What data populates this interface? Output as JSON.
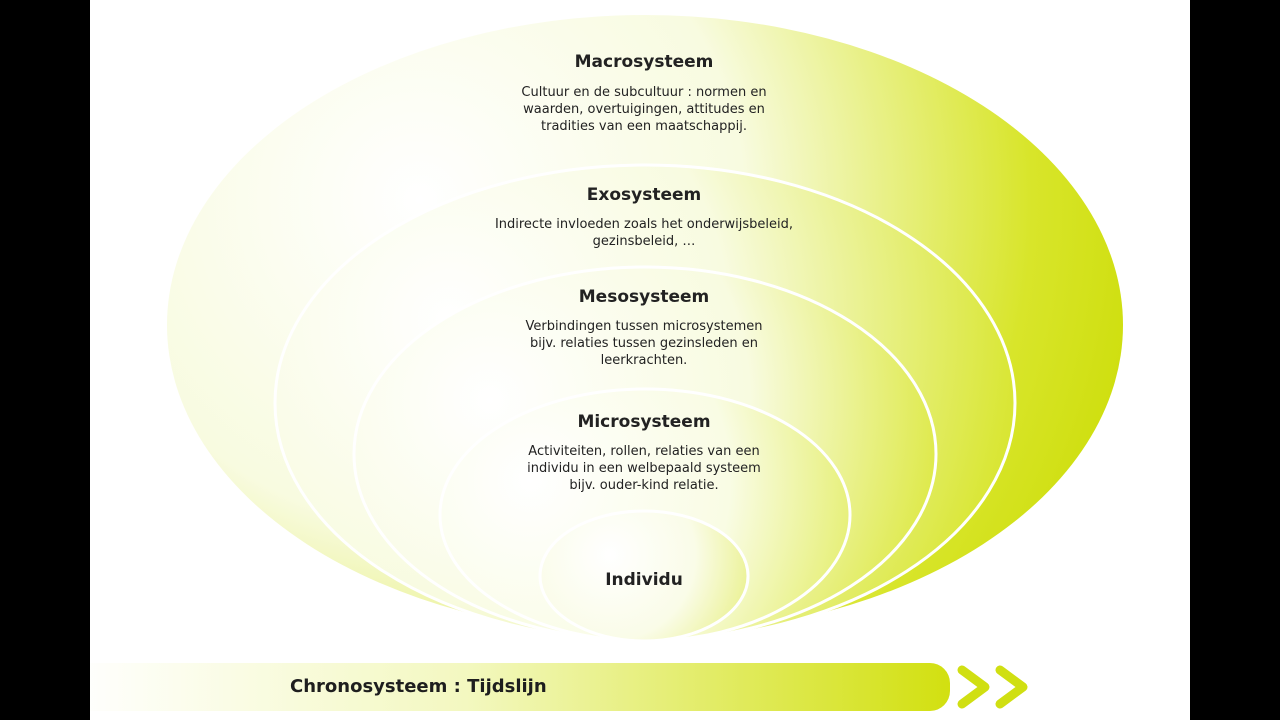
{
  "diagram": {
    "layers": [
      {
        "title": "Macrosysteem",
        "description": [
          "Cultuur en de subcultuur : normen en",
          "waarden, overtuigingen, attitudes en",
          "tradities van een maatschappij."
        ]
      },
      {
        "title": "Exosysteem",
        "description": [
          "Indirecte invloeden zoals het onderwijsbeleid,",
          "gezinsbeleid, …"
        ]
      },
      {
        "title": "Mesosysteem",
        "description": [
          "Verbindingen tussen microsystemen",
          "bijv. relaties tussen gezinsleden en",
          "leerkrachten."
        ]
      },
      {
        "title": "Microsysteem",
        "description": [
          "Activiteiten, rollen, relaties van een",
          "individu in een welbepaald systeem",
          "bijv. ouder-kind relatie."
        ]
      },
      {
        "title": "Individu",
        "description": []
      }
    ],
    "timeline": {
      "label": "Chronosysteem : Tijdslijn",
      "arrow_glyph": ">>"
    },
    "colors": {
      "light": "#ffffff",
      "accent": "#d6e41a",
      "accent_mid": "#eef5a0",
      "ring_stroke": "#ffffff",
      "text": "#222222",
      "background": "#000000"
    }
  }
}
